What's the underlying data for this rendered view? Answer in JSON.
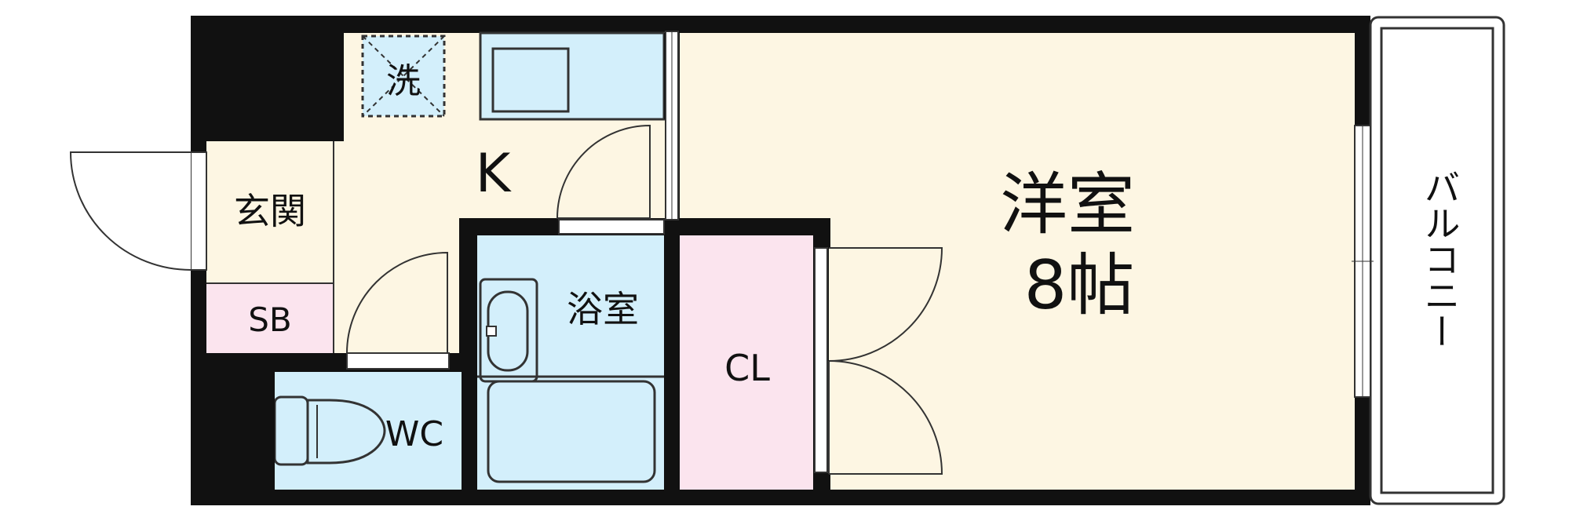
{
  "floorplan": {
    "rooms": {
      "western_room": {
        "name": "洋室",
        "size": "8帖"
      },
      "kitchen": {
        "name": "K"
      },
      "entrance": {
        "name": "玄関"
      },
      "shoe_box": {
        "name": "SB"
      },
      "bathroom": {
        "name": "浴室"
      },
      "toilet": {
        "name": "WC"
      },
      "closet": {
        "name": "CL"
      },
      "balcony": {
        "name": "バルコニー"
      },
      "washer_space": {
        "name": "洗"
      }
    },
    "colors": {
      "wall": "#111111",
      "cream_room": "#fdf6e3",
      "wet_area": "#d3effb",
      "pink_area": "#fbe4ee",
      "balcony": "#ffffff",
      "line": "#333333"
    }
  }
}
